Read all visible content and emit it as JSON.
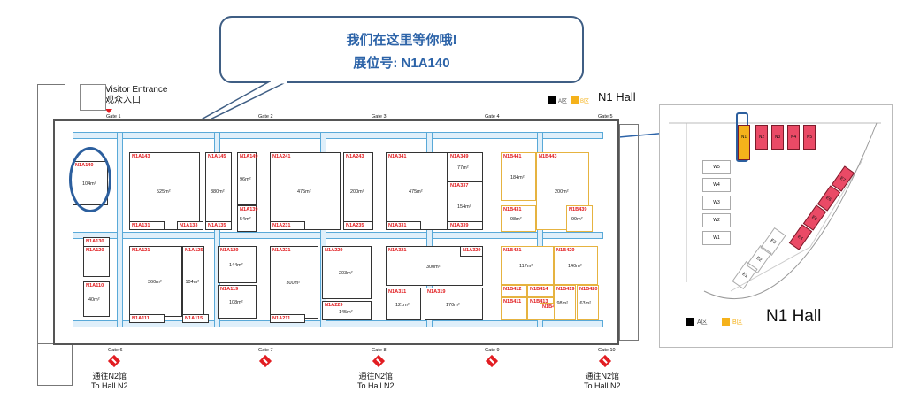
{
  "callout": {
    "line1": "我们在这里等你哦!",
    "line2": "展位号: N1A140"
  },
  "entrance": {
    "label_en": "Visitor Entrance",
    "label_cn": "观众入口"
  },
  "hall_title": "N1 Hall",
  "legend": {
    "a": "A区",
    "b": "B区",
    "a_color": "#000000",
    "b_color": "#f5b21b"
  },
  "gates_top": [
    "Gate 1",
    "Gate 2",
    "Gate 3",
    "Gate 4",
    "Gate 5"
  ],
  "gates_bottom": [
    "Gate 6",
    "Gate 7",
    "Gate 8",
    "Gate 9",
    "Gate 10"
  ],
  "to_n2": {
    "cn": "通往N2馆",
    "en": "To Hall N2"
  },
  "booths": [
    {
      "id": "N1A140",
      "area": "104m²"
    },
    {
      "id": "N1A143",
      "area": "525m²"
    },
    {
      "id": "N1A131",
      "area": ""
    },
    {
      "id": "N1A133",
      "area": ""
    },
    {
      "id": "N1A145",
      "area": "380m²"
    },
    {
      "id": "N1A135",
      "area": ""
    },
    {
      "id": "N1A149",
      "area": "96m²"
    },
    {
      "id": "N1A139",
      "area": "54m²"
    },
    {
      "id": "N1A241",
      "area": "475m²"
    },
    {
      "id": "N1A231",
      "area": ""
    },
    {
      "id": "N1A243",
      "area": "200m²"
    },
    {
      "id": "N1A235",
      "area": ""
    },
    {
      "id": "N1A341",
      "area": "475m²"
    },
    {
      "id": "N1A331",
      "area": ""
    },
    {
      "id": "N1A337",
      "area": "154m²"
    },
    {
      "id": "N1A339",
      "area": ""
    },
    {
      "id": "N1A349",
      "area": "77m²"
    },
    {
      "id": "N1B441",
      "area": "184m²"
    },
    {
      "id": "N1B431",
      "area": "98m²"
    },
    {
      "id": "N1B443",
      "area": "200m²"
    },
    {
      "id": "N1B439",
      "area": "99m²"
    },
    {
      "id": "N1A130",
      "area": ""
    },
    {
      "id": "N1A120",
      "area": ""
    },
    {
      "id": "N1A110",
      "area": "40m²"
    },
    {
      "id": "N1A121",
      "area": "360m²"
    },
    {
      "id": "N1A111",
      "area": ""
    },
    {
      "id": "N1A125",
      "area": "104m²"
    },
    {
      "id": "N1A115",
      "area": ""
    },
    {
      "id": "N1A129",
      "area": "144m²"
    },
    {
      "id": "N1A119",
      "area": "108m²"
    },
    {
      "id": "N1A221",
      "area": "300m²"
    },
    {
      "id": "N1A211",
      "area": ""
    },
    {
      "id": "N1A229",
      "area": "203m²"
    },
    {
      "id": "N1A229",
      "area": "145m²"
    },
    {
      "id": "N1A321",
      "area": "300m²"
    },
    {
      "id": "N1A311",
      "area": "121m²"
    },
    {
      "id": "N1A329",
      "area": ""
    },
    {
      "id": "N1A319",
      "area": "170m²"
    },
    {
      "id": "N1B421",
      "area": "117m²"
    },
    {
      "id": "N1B412",
      "area": ""
    },
    {
      "id": "N1B414",
      "area": ""
    },
    {
      "id": "N1B411",
      "area": ""
    },
    {
      "id": "N1B413",
      "area": ""
    },
    {
      "id": "N1B417",
      "area": ""
    },
    {
      "id": "N1B429",
      "area": "140m²"
    },
    {
      "id": "N1B419",
      "area": "98m²"
    },
    {
      "id": "N1B420",
      "area": "63m²"
    }
  ],
  "inset": {
    "title": "N1 Hall",
    "legend_a": "A区",
    "legend_b": "B区",
    "north_halls": [
      "N1",
      "N2",
      "N3",
      "N4",
      "N5"
    ],
    "west_halls": [
      "W5",
      "W4",
      "W3",
      "W2",
      "W1"
    ],
    "east_halls": [
      "E1",
      "E2",
      "E3",
      "E4",
      "E5",
      "E6",
      "E7"
    ]
  }
}
